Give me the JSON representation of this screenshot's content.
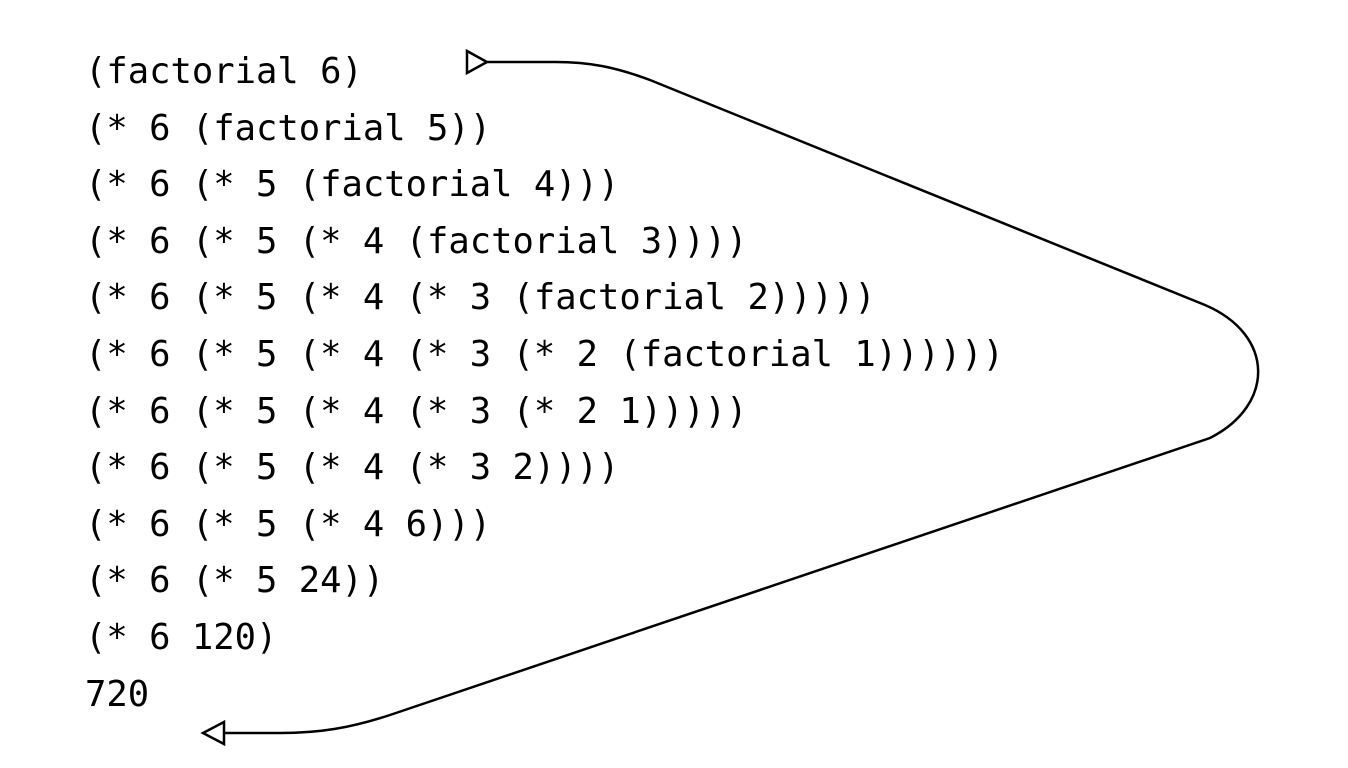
{
  "lines": [
    "(factorial 6)",
    "(* 6 (factorial 5))",
    "(* 6 (* 5 (factorial 4)))",
    "(* 6 (* 5 (* 4 (factorial 3))))",
    "(* 6 (* 5 (* 4 (* 3 (factorial 2)))))",
    "(* 6 (* 5 (* 4 (* 3 (* 2 (factorial 1))))))",
    "(* 6 (* 5 (* 4 (* 3 (* 2 1)))))",
    "(* 6 (* 5 (* 4 (* 3 2))))",
    "(* 6 (* 5 (* 4 6)))",
    "(* 6 (* 5 24))",
    "(* 6 120)",
    "720"
  ]
}
